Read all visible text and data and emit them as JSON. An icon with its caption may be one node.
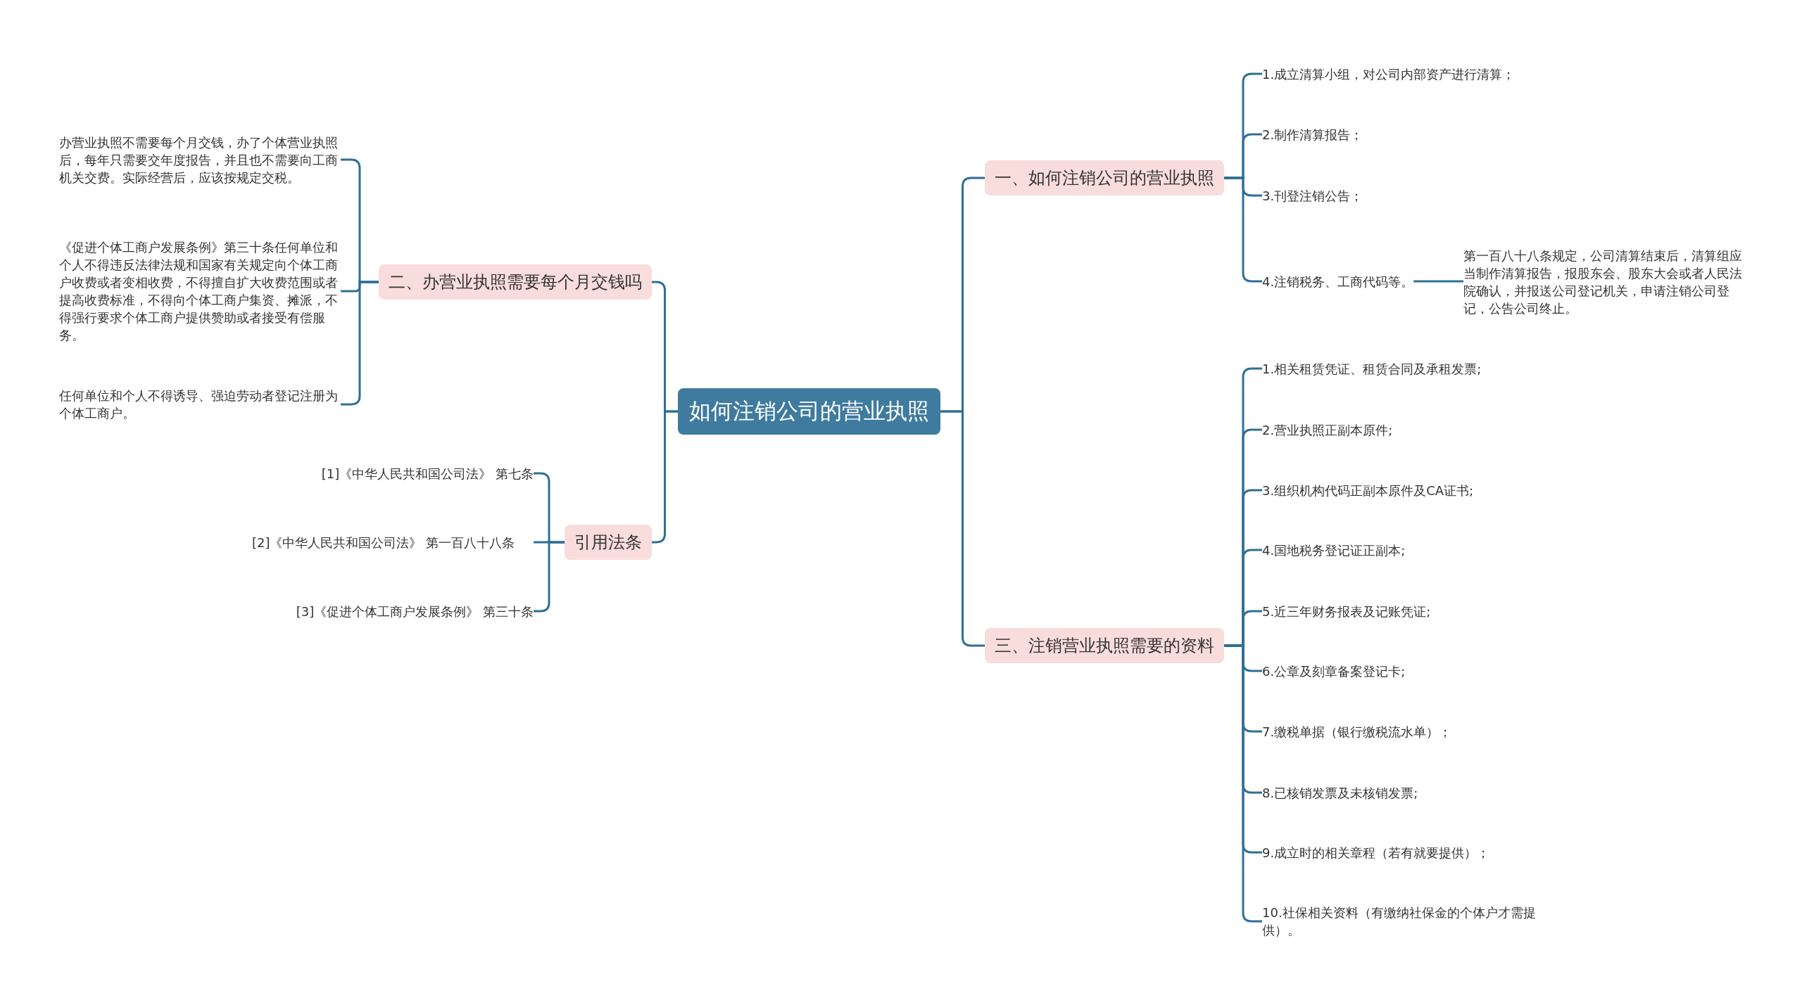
{
  "diagram": {
    "nodes": [
      {
        "text": [
          "如何注销公司的营业执照"
        ]
      },
      {
        "text": [
          "二、办营业执照需要每个月交钱吗"
        ]
      },
      {
        "text": [
          "办营业执照不需要每个月交钱，办了个体营业执照后，每年只需要交年度报告，并且也不需要向工商机关交费。实际经营后，应该按规定交税。"
        ]
      },
      {
        "text": [
          "《促进个体工商户发展条例》第三十条任何单位和个人不得违反法律法规和国家有关规定向个体工商户收费或者变相收费，不得擅自扩大收费范围或者提高收费标准，不得向个体工商户集资、摊派，不得强行要求个体工商户提供赞助或者接受有偿服务。"
        ]
      },
      {
        "text": [
          "任何单位和个人不得诱导、强迫劳动者登记注册为个体工商户。"
        ]
      },
      {
        "text": [
          "引用法条"
        ]
      },
      {
        "text": [
          "[1]《中华人民共和国公司法》 第七条"
        ]
      },
      {
        "text": [
          "[2]《中华人民共和国公司法》 第一百八十八条"
        ]
      },
      {
        "text": [
          "[3]《促进个体工商户发展条例》 第三十条"
        ]
      },
      {
        "text": [
          "一、如何注销公司的营业执照"
        ]
      },
      {
        "text": [
          "1.成立清算小组，对公司内部资产进行清算；"
        ]
      },
      {
        "text": [
          "2.制作清算报告；"
        ]
      },
      {
        "text": [
          "3.刊登注销公告；"
        ]
      },
      {
        "text": [
          "4.注销税务、工商代码等。"
        ]
      },
      {
        "text": [
          "第一百八十八条规定，公司清算结束后，清算组应当制作清算报告，报股东会、股东大会或者人民法院确认，并报送公司登记机关，申请注销公司登记，公告公司终止。"
        ]
      },
      {
        "text": [
          "三、注销营业执照需要的资料"
        ]
      },
      {
        "text": [
          "1.相关租赁凭证、租赁合同及承租发票;"
        ]
      },
      {
        "text": [
          "2.营业执照正副本原件;"
        ]
      },
      {
        "text": [
          "3.组织机构代码正副本原件及CA证书;"
        ]
      },
      {
        "text": [
          "4.国地税务登记证正副本;"
        ]
      },
      {
        "text": [
          "5.近三年财务报表及记账凭证;"
        ]
      },
      {
        "text": [
          "6.公章及刻章备案登记卡;"
        ]
      },
      {
        "text": [
          "7.缴税单据（银行缴税流水单）；"
        ]
      },
      {
        "text": [
          "8.已核销发票及未核销发票;"
        ]
      },
      {
        "text": [
          "9.成立时的相关章程（若有就要提供）；"
        ]
      },
      {
        "text": [
          "10.社保相关资料（有缴纳社保金的个体户才需提供）。"
        ]
      }
    ],
    "edges": [
      {
        "from": 0,
        "to": 1,
        "arrow": "none"
      },
      {
        "from": 1,
        "to": 2,
        "arrow": "none"
      },
      {
        "from": 1,
        "to": 3,
        "arrow": "none"
      },
      {
        "from": 1,
        "to": 4,
        "arrow": "none"
      },
      {
        "from": 0,
        "to": 5,
        "arrow": "none"
      },
      {
        "from": 5,
        "to": 6,
        "arrow": "none"
      },
      {
        "from": 5,
        "to": 7,
        "arrow": "none"
      },
      {
        "from": 5,
        "to": 8,
        "arrow": "none"
      },
      {
        "from": 0,
        "to": 9,
        "arrow": "none"
      },
      {
        "from": 9,
        "to": 10,
        "arrow": "none"
      },
      {
        "from": 9,
        "to": 11,
        "arrow": "none"
      },
      {
        "from": 9,
        "to": 12,
        "arrow": "none"
      },
      {
        "from": 9,
        "to": 13,
        "arrow": "none"
      },
      {
        "from": 13,
        "to": 14,
        "arrow": "none"
      },
      {
        "from": 0,
        "to": 15,
        "arrow": "none"
      },
      {
        "from": 15,
        "to": 16,
        "arrow": "none"
      },
      {
        "from": 15,
        "to": 17,
        "arrow": "none"
      },
      {
        "from": 15,
        "to": 18,
        "arrow": "none"
      },
      {
        "from": 15,
        "to": 19,
        "arrow": "none"
      },
      {
        "from": 15,
        "to": 20,
        "arrow": "none"
      },
      {
        "from": 15,
        "to": 21,
        "arrow": "none"
      },
      {
        "from": 15,
        "to": 22,
        "arrow": "none"
      },
      {
        "from": 15,
        "to": 23,
        "arrow": "none"
      },
      {
        "from": 15,
        "to": 24,
        "arrow": "none"
      },
      {
        "from": 15,
        "to": 25,
        "arrow": "none"
      }
    ]
  }
}
